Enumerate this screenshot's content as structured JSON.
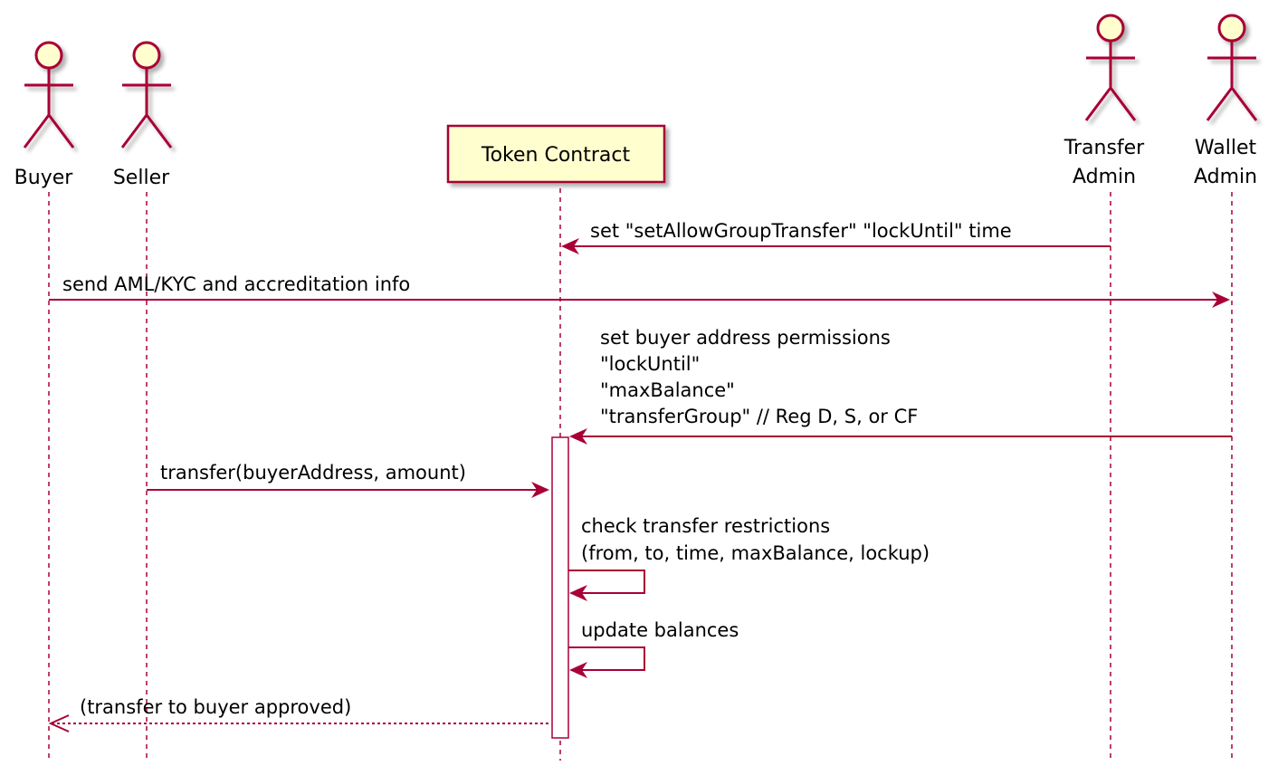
{
  "colors": {
    "border": "#A80036",
    "participant_fill": "#FEFECE",
    "text": "#000000"
  },
  "participants": {
    "buyer": {
      "line1": "Buyer"
    },
    "seller": {
      "line1": "Seller"
    },
    "token_contract": {
      "line1": "Token Contract"
    },
    "transfer_admin": {
      "line1": "Transfer",
      "line2": "Admin"
    },
    "wallet_admin": {
      "line1": "Wallet",
      "line2": "Admin"
    }
  },
  "messages": {
    "m1": {
      "text": "set \"setAllowGroupTransfer\" \"lockUntil\" time",
      "from": "Transfer Admin",
      "to": "Token Contract"
    },
    "m2": {
      "text": "send AML/KYC and accreditation info",
      "from": "Buyer",
      "to": "Wallet Admin"
    },
    "m3": {
      "line1": "set buyer address permissions",
      "line2": "\"lockUntil\"",
      "line3": "\"maxBalance\"",
      "line4": "\"transferGroup\" // Reg D, S, or CF",
      "from": "Wallet Admin",
      "to": "Token Contract"
    },
    "m4": {
      "text": "transfer(buyerAddress, amount)",
      "from": "Seller",
      "to": "Token Contract"
    },
    "m5": {
      "line1": "check transfer restrictions",
      "line2": "(from, to, time, maxBalance, lockup)",
      "from": "Token Contract",
      "to": "Token Contract"
    },
    "m6": {
      "text": "update balances",
      "from": "Token Contract",
      "to": "Token Contract"
    },
    "m7": {
      "text": "(transfer to buyer approved)",
      "from": "Token Contract",
      "to": "Buyer"
    }
  }
}
